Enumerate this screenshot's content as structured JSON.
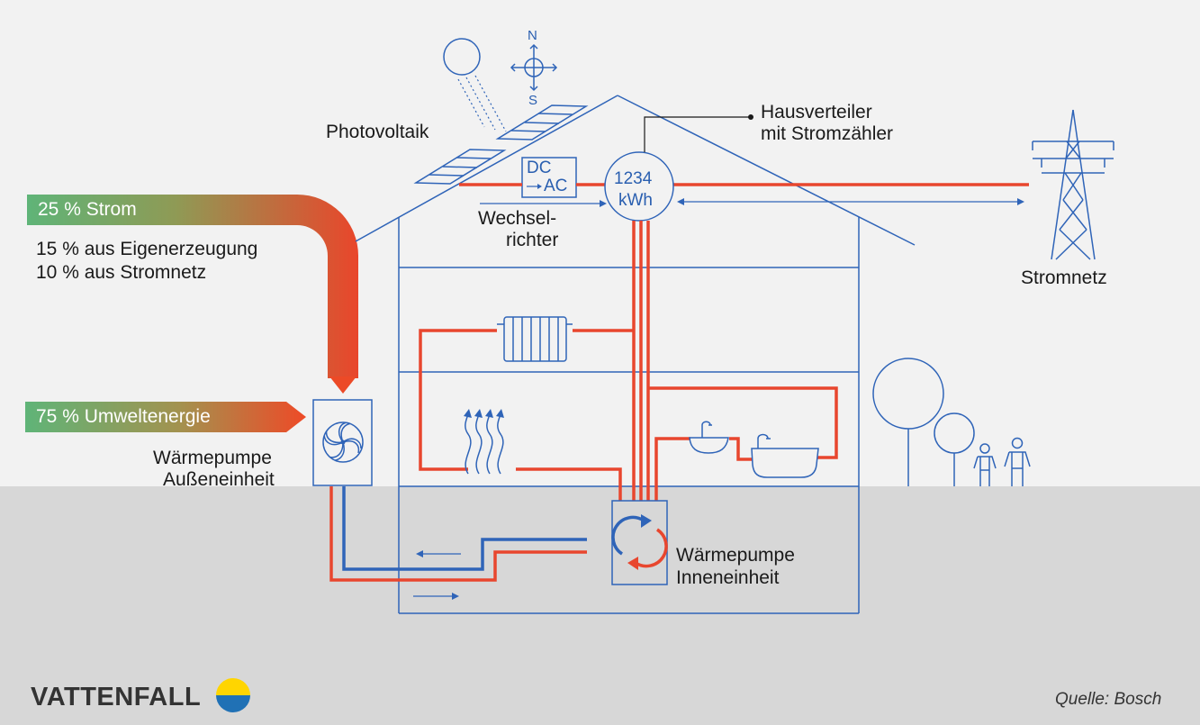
{
  "colors": {
    "background": "#f2f2f2",
    "ground": "#d7d7d7",
    "line_blue": "#2f64b8",
    "pipe_red": "#e8462e",
    "bar_green": "#5fb478",
    "brand_yellow": "#ffd500",
    "brand_blue": "#2071b5"
  },
  "shares": {
    "strom_label": "25 % Strom",
    "eigen_label": "15 % aus Eigenerzeugung",
    "netz_label": "10 % aus Stromnetz",
    "umwelt_label": "75 % Umweltenergie"
  },
  "components": {
    "photovoltaik": "Photovoltaik",
    "compass_n": "N",
    "compass_s": "S",
    "inverter_dc": "DC",
    "inverter_ac": "AC",
    "inverter_label_1": "Wechsel-",
    "inverter_label_2": "richter",
    "meter_value": "1234",
    "meter_unit": "kWh",
    "distribution_1": "Hausverteiler",
    "distribution_2": "mit Stromzähler",
    "grid": "Stromnetz",
    "outdoor_unit_1": "Wärmepumpe",
    "outdoor_unit_2": "Außeneinheit",
    "indoor_unit_1": "Wärmepumpe",
    "indoor_unit_2": "Inneneinheit"
  },
  "brand": {
    "name": "VATTENFALL"
  },
  "source": "Quelle: Bosch"
}
